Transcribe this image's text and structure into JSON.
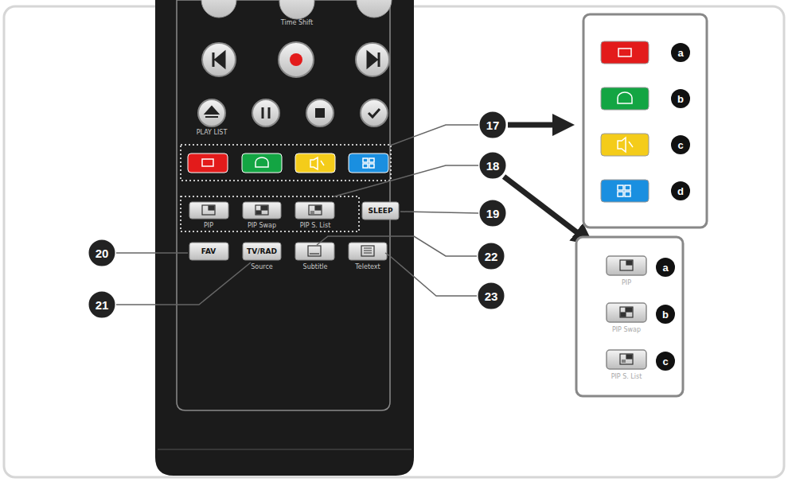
{
  "diagram": {
    "labels": [
      "Time Shift",
      "PLAY LIST",
      "17",
      "18",
      "19",
      "PIP",
      "PIP Swap",
      "PIP S. List",
      "SLEEP",
      "20",
      "FAV",
      "TV/RAD",
      "22",
      "21",
      "Source",
      "Subtitle",
      "Teletext",
      "23",
      "a",
      "b",
      "c",
      "d",
      "a",
      "PIP",
      "b",
      "PIP Swap",
      "c",
      "PIP S. List"
    ]
  }
}
